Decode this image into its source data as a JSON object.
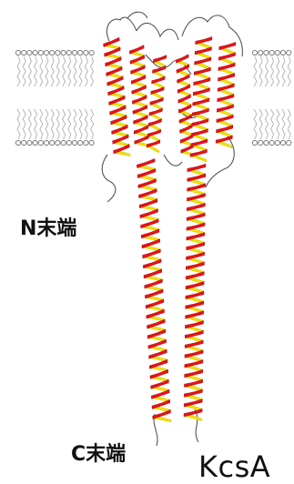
{
  "labels": {
    "n_terminus": "N末端",
    "c_terminus": "C末端",
    "protein_name": "KcsA"
  },
  "colors": {
    "helix_front": "#e8101a",
    "helix_back": "#f2e200",
    "loop": "#555555",
    "lipid_head": "#888888",
    "lipid_tail": "#b0b0b0"
  }
}
